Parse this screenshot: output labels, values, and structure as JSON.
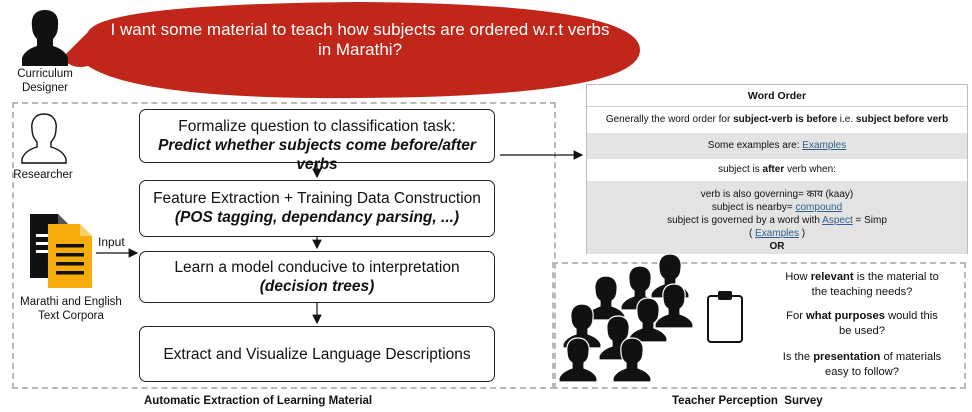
{
  "bubble": {
    "line1": "I want some material to teach how subjects are ordered w.r.t verbs",
    "line2": "in Marathi?"
  },
  "curriculum_designer": {
    "line1": "Curriculum",
    "line2": "Designer"
  },
  "researcher": {
    "label": "Researcher"
  },
  "corpora": {
    "input_label": "Input",
    "line1": "Marathi and English",
    "line2": "Text Corpora"
  },
  "steps": [
    {
      "title": "Formalize question to classification task:",
      "sub": "Predict whether subjects come before/after verbs"
    },
    {
      "title": "Feature Extraction + Training Data Construction",
      "sub": "(POS tagging, dependancy parsing, ...)"
    },
    {
      "title": "Learn a model conducive to interpretation",
      "sub": "(decision trees)"
    },
    {
      "title": "Extract and Visualize Language Descriptions",
      "sub": ""
    }
  ],
  "word_order": {
    "title": "Word Order",
    "row1_pre": "Generally the word order for ",
    "row1_b1": "subject-verb is before",
    "row1_mid": " i.e. ",
    "row1_b2": "subject before verb",
    "row2_pre": "Some examples are: ",
    "row2_link": "Examples",
    "row3_pre": "subject is ",
    "row3_b": "after",
    "row3_post": " verb when:",
    "row4_l1": "verb is also governing= काय (kaay)",
    "row4_l2_pre": "subject is nearby= ",
    "row4_l2_link": "compound",
    "row4_l3_pre": "subject is governed by a word with ",
    "row4_l3_link": "Aspect",
    "row4_l3_post": " = Simp",
    "row4_l4_pre": "( ",
    "row4_l4_link": "Examples",
    "row4_l4_post": " )",
    "row4_or": "OR"
  },
  "survey": {
    "q1_pre": "How ",
    "q1_b": "relevant",
    "q1_post": " is the material to",
    "q1_l2": "the teaching needs?",
    "q2_pre": "For ",
    "q2_b": "what purposes",
    "q2_post": " would this",
    "q2_l2": "be used?",
    "q3_pre": "Is the ",
    "q3_b": "presentation",
    "q3_post": " of materials",
    "q3_l2": "easy to follow?"
  },
  "captions": {
    "left": "Automatic Extraction of Learning Material",
    "right": "Teacher Perception  Survey"
  },
  "colors": {
    "bubble": "#c0271a",
    "doc_yellow": "#f5ab0a",
    "doc_black": "#111111",
    "table_grey": "#e3e3e3",
    "dashed": "#b9b9b9"
  }
}
